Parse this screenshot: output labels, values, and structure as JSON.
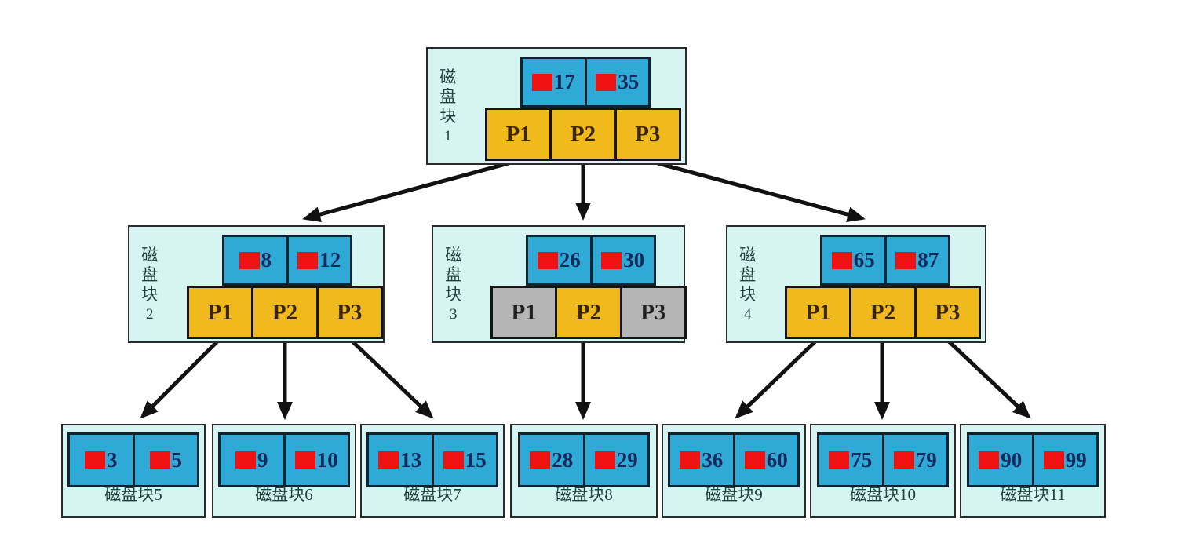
{
  "diagram_type": "b-tree-disk-block-index",
  "nodes": {
    "b1": {
      "label": "磁盘块",
      "number": "1",
      "keys": [
        "17",
        "35"
      ],
      "pointers": [
        "P1",
        "P2",
        "P3"
      ],
      "inactive_pointers": []
    },
    "b2": {
      "label": "磁盘块",
      "number": "2",
      "keys": [
        "8",
        "12"
      ],
      "pointers": [
        "P1",
        "P2",
        "P3"
      ],
      "inactive_pointers": []
    },
    "b3": {
      "label": "磁盘块",
      "number": "3",
      "keys": [
        "26",
        "30"
      ],
      "pointers": [
        "P1",
        "P2",
        "P3"
      ],
      "inactive_pointers": [
        "P1",
        "P3"
      ]
    },
    "b4": {
      "label": "磁盘块",
      "number": "4",
      "keys": [
        "65",
        "87"
      ],
      "pointers": [
        "P1",
        "P2",
        "P3"
      ],
      "inactive_pointers": []
    }
  },
  "leaves": [
    {
      "label": "磁盘块5",
      "keys": [
        "3",
        "5"
      ]
    },
    {
      "label": "磁盘块6",
      "keys": [
        "9",
        "10"
      ]
    },
    {
      "label": "磁盘块7",
      "keys": [
        "13",
        "15"
      ]
    },
    {
      "label": "磁盘块8",
      "keys": [
        "28",
        "29"
      ]
    },
    {
      "label": "磁盘块9",
      "keys": [
        "36",
        "60"
      ]
    },
    {
      "label": "磁盘块10",
      "keys": [
        "75",
        "79"
      ]
    },
    {
      "label": "磁盘块11",
      "keys": [
        "90",
        "99"
      ]
    }
  ],
  "edges": [
    {
      "from": "磁盘块1.P1",
      "to": "磁盘块2"
    },
    {
      "from": "磁盘块1.P2",
      "to": "磁盘块3"
    },
    {
      "from": "磁盘块1.P3",
      "to": "磁盘块4"
    },
    {
      "from": "磁盘块2.P1",
      "to": "磁盘块5"
    },
    {
      "from": "磁盘块2.P2",
      "to": "磁盘块6"
    },
    {
      "from": "磁盘块2.P3",
      "to": "磁盘块7"
    },
    {
      "from": "磁盘块3.P2",
      "to": "磁盘块8"
    },
    {
      "from": "磁盘块4.P1",
      "to": "磁盘块9"
    },
    {
      "from": "磁盘块4.P2",
      "to": "磁盘块10"
    },
    {
      "from": "磁盘块4.P3",
      "to": "磁盘块11"
    }
  ],
  "colors": {
    "node_background": "#d6f5f2",
    "key_cell": "#2fa9d6",
    "pointer_active": "#f0ba1c",
    "pointer_inactive": "#b5b5b5",
    "record_marker": "#ee1212",
    "key_text": "#152a5c",
    "arrow": "#111111"
  }
}
